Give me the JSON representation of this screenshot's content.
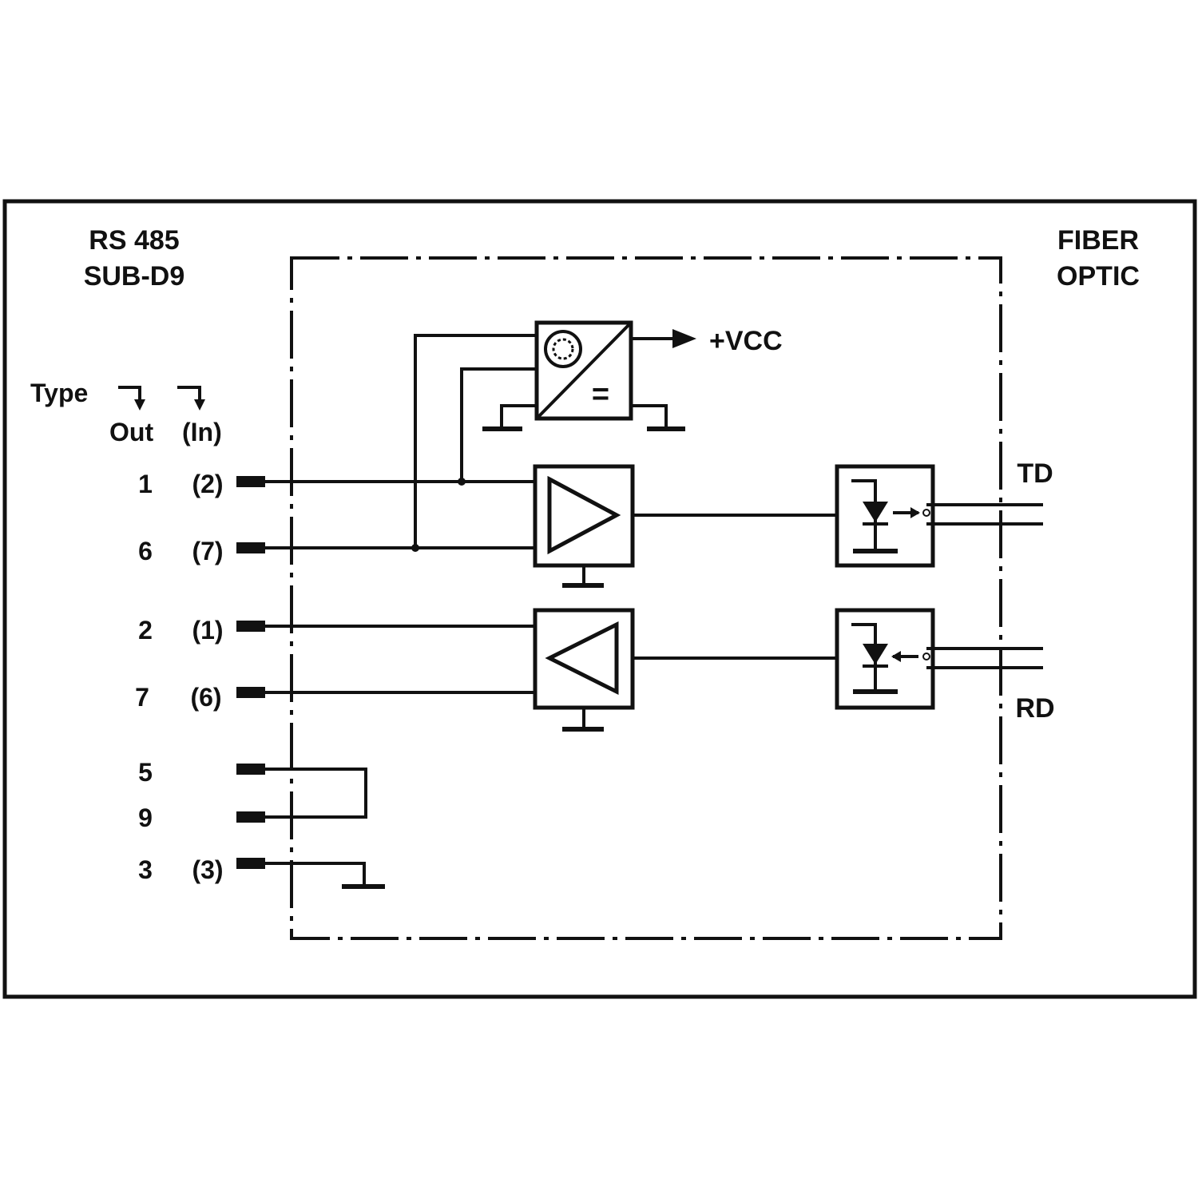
{
  "left_header": {
    "line1": "RS 485",
    "line2": "SUB-D9"
  },
  "right_header": {
    "line1": "FIBER",
    "line2": "OPTIC"
  },
  "type_legend": {
    "type_label": "Type",
    "out_label": "Out",
    "in_label": "(In)"
  },
  "pins": [
    {
      "out": "1",
      "in": "(2)"
    },
    {
      "out": "6",
      "in": "(7)"
    },
    {
      "out": "2",
      "in": "(1)"
    },
    {
      "out": "7",
      "in": "(6)"
    },
    {
      "out": "5",
      "in": ""
    },
    {
      "out": "9",
      "in": ""
    },
    {
      "out": "3",
      "in": "(3)"
    }
  ],
  "power": {
    "vcc_label": "+VCC",
    "dc_symbol": "="
  },
  "fiber": {
    "td_label": "TD",
    "rd_label": "RD"
  },
  "colors": {
    "ink": "#111111",
    "background": "#ffffff"
  }
}
